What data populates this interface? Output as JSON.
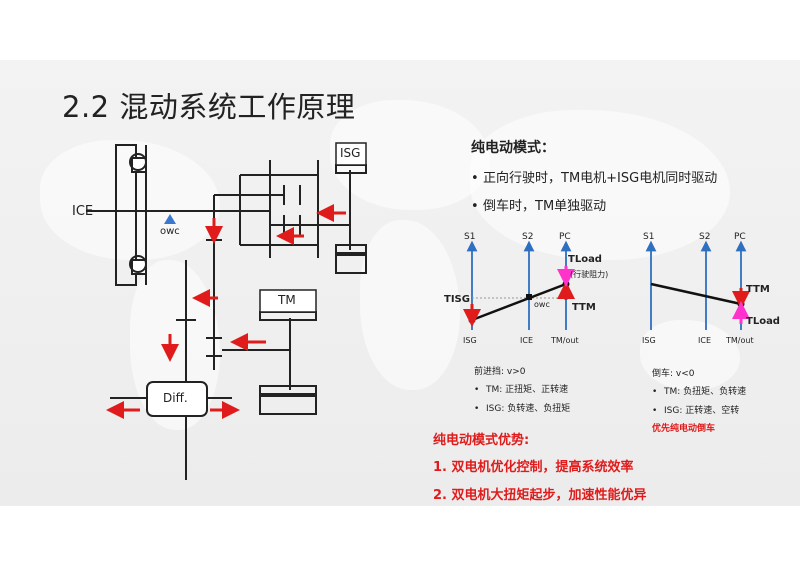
{
  "slide": {
    "title": "2.2 混动系统工作原理"
  },
  "schematic": {
    "label_ice": "ICE",
    "label_owc": "owc",
    "label_isg": "ISG",
    "label_tm": "TM",
    "label_diff": "Diff."
  },
  "mode": {
    "heading": "纯电动模式：",
    "bullets": [
      "正向行驶时，TM电机+ISG电机同时驱动",
      "倒车时，TM单独驱动"
    ]
  },
  "lever_forward": {
    "axes": [
      "S1",
      "S2",
      "PC"
    ],
    "bottom": [
      "ISG",
      "ICE",
      "TM/out"
    ],
    "tload": "TLoad",
    "tload_note": "(行驶阻力)",
    "tisg": "TISG",
    "ttm": "TTM",
    "owc": "owc",
    "caption": "前进挡:  v>0",
    "notes": [
      "TM:  正扭矩、正转速",
      "ISG:  负转速、负扭矩"
    ]
  },
  "lever_reverse": {
    "axes": [
      "S1",
      "S2",
      "PC"
    ],
    "bottom": [
      "ISG",
      "ICE",
      "TM/out"
    ],
    "ttm": "TTM",
    "tload": "TLoad",
    "caption": "倒车:  v<0",
    "notes": [
      "TM:  负扭矩、负转速",
      "ISG:  正转速、空转"
    ],
    "highlight": "优先纯电动倒车"
  },
  "advantages": {
    "heading": "纯电动模式优势:",
    "items": [
      "1.  双电机优化控制，提高系统效率",
      "2.  双电机大扭矩起步，加速性能优异"
    ]
  },
  "colors": {
    "arrow_red": "#e01b1b",
    "axis_blue": "#2f6fc0",
    "highlight_magenta": "#ff33cc",
    "owc_blue": "#3a78d0"
  }
}
